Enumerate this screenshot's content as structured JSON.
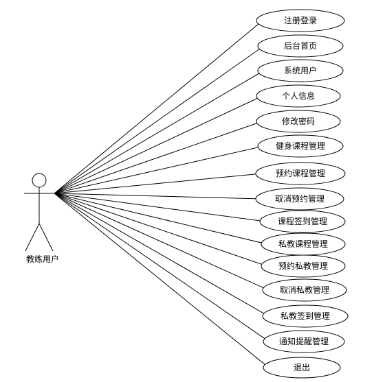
{
  "diagram": {
    "actor": {
      "label": "教练用户"
    },
    "use_cases": [
      {
        "label": "注册登录"
      },
      {
        "label": "后台首页"
      },
      {
        "label": "系统用户"
      },
      {
        "label": "个人信息"
      },
      {
        "label": "修改密码"
      },
      {
        "label": "健身课程管理"
      },
      {
        "label": "预约课程管理"
      },
      {
        "label": "取消预约管理"
      },
      {
        "label": "课程签到管理"
      },
      {
        "label": "私教课程管理"
      },
      {
        "label": "预约私教管理"
      },
      {
        "label": "取消私教管理"
      },
      {
        "label": "私教签到管理"
      },
      {
        "label": "通知提醒管理"
      },
      {
        "label": "退出"
      }
    ],
    "colors": {
      "stroke": "#000000",
      "fill": "#ffffff"
    }
  }
}
